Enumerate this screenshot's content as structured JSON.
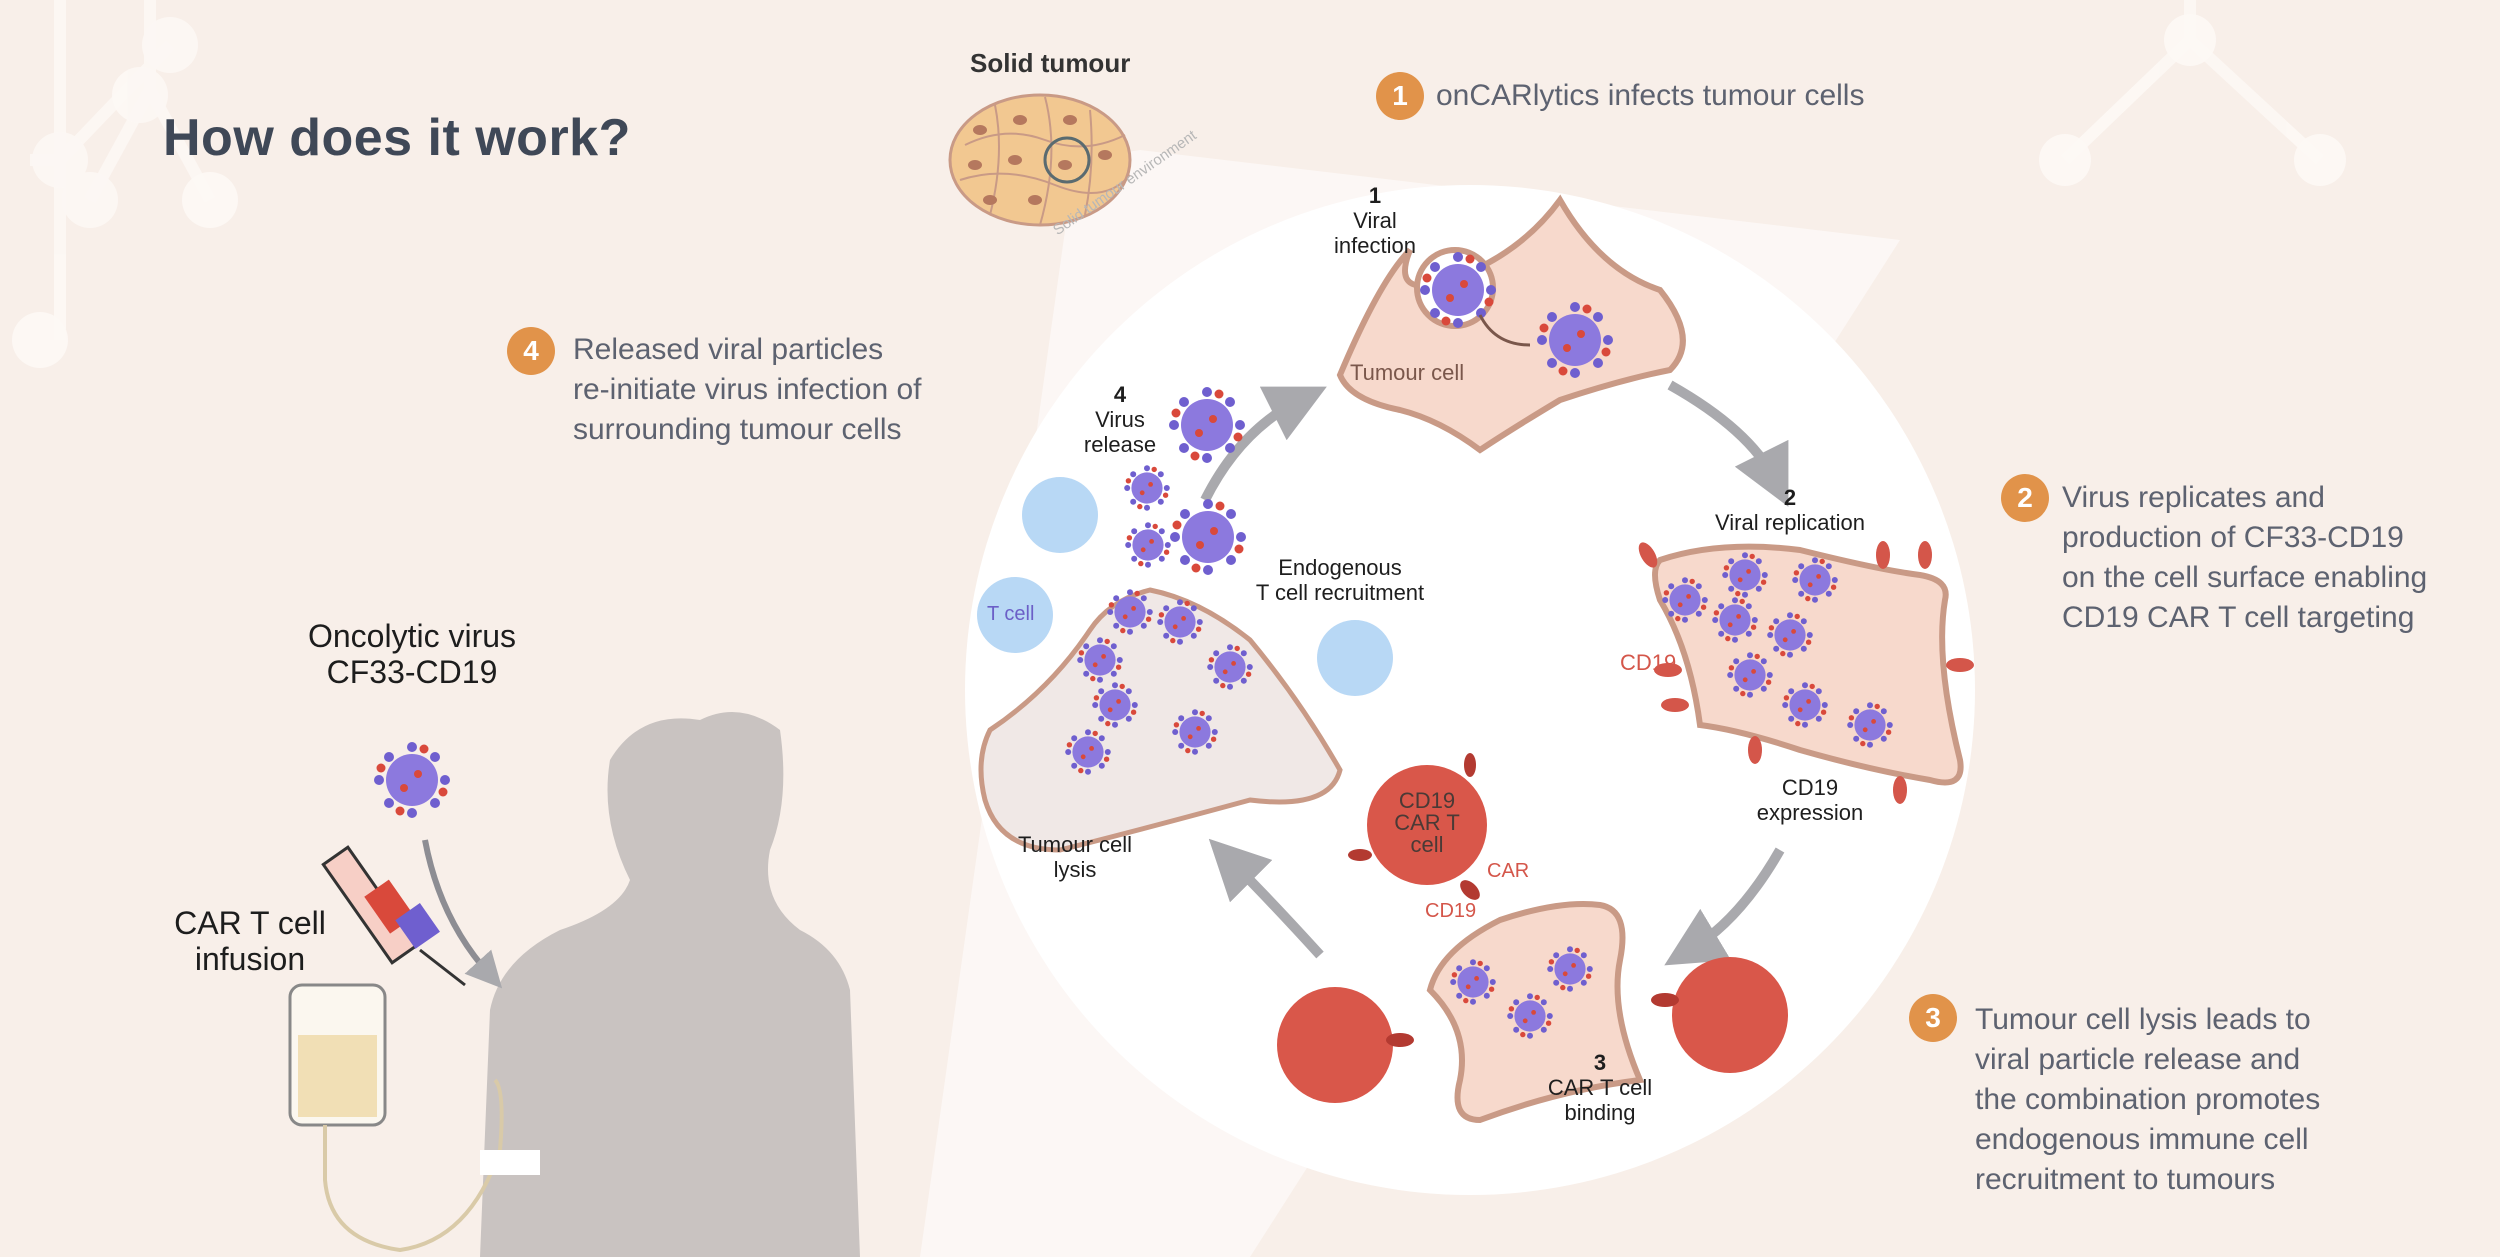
{
  "title": "How does it work?",
  "solid_tumour": {
    "label": "Solid tumour",
    "environment_label": "Solid tumour environment"
  },
  "steps": [
    {
      "number": "1",
      "lines": [
        "onCARlytics infects tumour cells"
      ]
    },
    {
      "number": "2",
      "lines": [
        "Virus replicates and",
        "production of CF33-CD19",
        "on the cell surface enabling",
        "CD19 CAR T cell targeting"
      ]
    },
    {
      "number": "3",
      "lines": [
        "Tumour cell lysis leads to",
        "viral particle release and",
        "the combination promotes",
        "endogenous immune cell",
        "recruitment to tumours"
      ]
    },
    {
      "number": "4",
      "lines": [
        "Released viral particles",
        "re-initiate virus infection of",
        "surrounding tumour cells"
      ]
    }
  ],
  "cycle": {
    "stage1": {
      "number": "1",
      "line1": "Viral",
      "line2": "infection",
      "cell_label": "Tumour cell"
    },
    "stage2": {
      "number": "2",
      "line1": "Viral replication",
      "cd19_label": "CD19",
      "expr1": "CD19",
      "expr2": "expression"
    },
    "stage3": {
      "number": "3",
      "line1": "CAR T cell",
      "line2": "binding",
      "cart1": "CD19",
      "cart2": "CAR T",
      "cart3": "cell",
      "car_label": "CAR",
      "cd19_label": "CD19"
    },
    "stage4": {
      "number": "4",
      "line1": "Virus",
      "line2": "release",
      "recruit1": "Endogenous",
      "recruit2": "T cell recruitment",
      "tcell_label": "T cell",
      "lysis1": "Tumour cell",
      "lysis2": "lysis"
    }
  },
  "patient": {
    "virus_line1": "Oncolytic virus",
    "virus_line2": "CF33-CD19",
    "infusion_line1": "CAR T cell",
    "infusion_line2": "infusion"
  },
  "colors": {
    "badge": "#e1934a",
    "title": "#3f4857",
    "tumour_cell_fill": "#f7d9cc",
    "tumour_cell_stroke": "#c99a86",
    "virus": "#7e6ad6",
    "virus_tip": "#d9493b",
    "car_t_cell": "#d9574a",
    "t_cell": "#b8d8f5",
    "arrow": "#a9a9ad",
    "silhouette": "#c9c3c1"
  }
}
